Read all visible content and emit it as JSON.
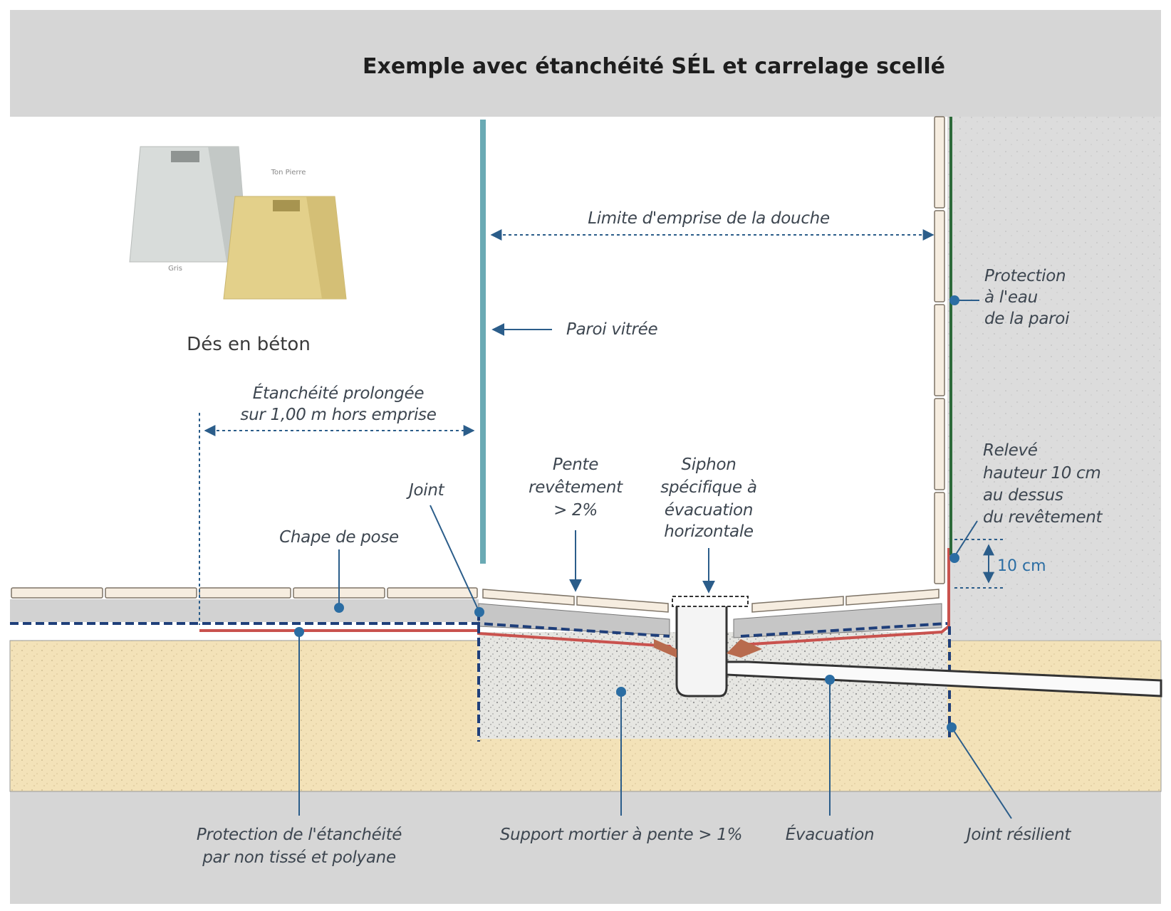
{
  "title": "Exemple avec étanchéité SÉL et carrelage scellé",
  "product": {
    "caption": "Dés en béton",
    "variant_grey": "Gris",
    "variant_stone": "Ton Pierre"
  },
  "labels": {
    "shower_limit": "Limite d'emprise de la douche",
    "glass_wall": "Paroi vitrée",
    "wall_protection": [
      "Protection",
      "à l'eau",
      "de la paroi"
    ],
    "extended_waterproofing": [
      "Étanchéité prolongée",
      "sur 1,00 m hors emprise"
    ],
    "upturn": [
      "Relevé",
      "hauteur 10 cm",
      "au dessus",
      "du revêtement"
    ],
    "upturn_height": "10 cm",
    "joint": "Joint",
    "slope_covering": [
      "Pente",
      "revêtement",
      "> 2%"
    ],
    "siphon": [
      "Siphon",
      "spécifique à",
      "évacuation",
      "horizontale"
    ],
    "laying_screed": "Chape de pose",
    "membrane_protection": [
      "Protection de l'étanchéité",
      "par non tissé et polyane"
    ],
    "mortar_support": "Support mortier à pente > 1%",
    "drain": "Évacuation",
    "resilient_joint": "Joint résilient"
  },
  "colors": {
    "background_grey": "#d6d6d6",
    "sand": "#f3e2b8",
    "mortar": "#e6e6e2",
    "screed": "#c9c9c9",
    "tile": "#f6ede0",
    "waterproofing_red": "#c9524e",
    "wall_protection_green": "#2d6a3a",
    "glass_teal": "#6aaab4",
    "dashed_navy": "#1f3f7a",
    "callout_blue": "#2b6da3",
    "label_text": "#3d4650"
  }
}
